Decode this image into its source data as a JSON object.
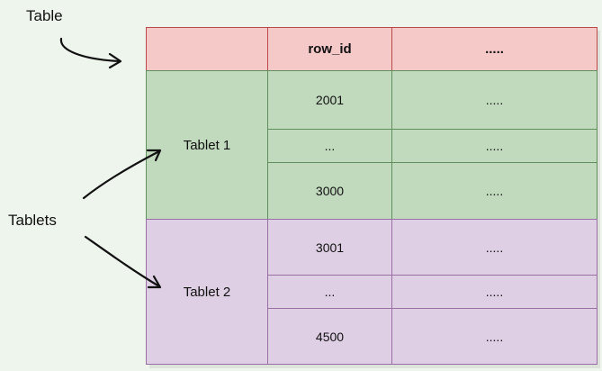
{
  "labels": {
    "table": "Table",
    "tablets": "Tablets"
  },
  "header": {
    "col2": "row_id",
    "col3": "....."
  },
  "tablets": [
    {
      "name": "Tablet 1",
      "rows": [
        {
          "row_id": "2001",
          "value": "....."
        },
        {
          "row_id": "...",
          "value": "....."
        },
        {
          "row_id": "3000",
          "value": "....."
        }
      ]
    },
    {
      "name": "Tablet 2",
      "rows": [
        {
          "row_id": "3001",
          "value": "....."
        },
        {
          "row_id": "...",
          "value": "....."
        },
        {
          "row_id": "4500",
          "value": "....."
        }
      ]
    }
  ],
  "colors": {
    "header_fill": "#f6c9c9",
    "header_border": "#bb4848",
    "tablet1_fill": "#c1d9bd",
    "tablet1_border": "#5f8f5a",
    "tablet2_fill": "#decfe4",
    "tablet2_border": "#9a6fa6",
    "background": "#eef5ec"
  }
}
